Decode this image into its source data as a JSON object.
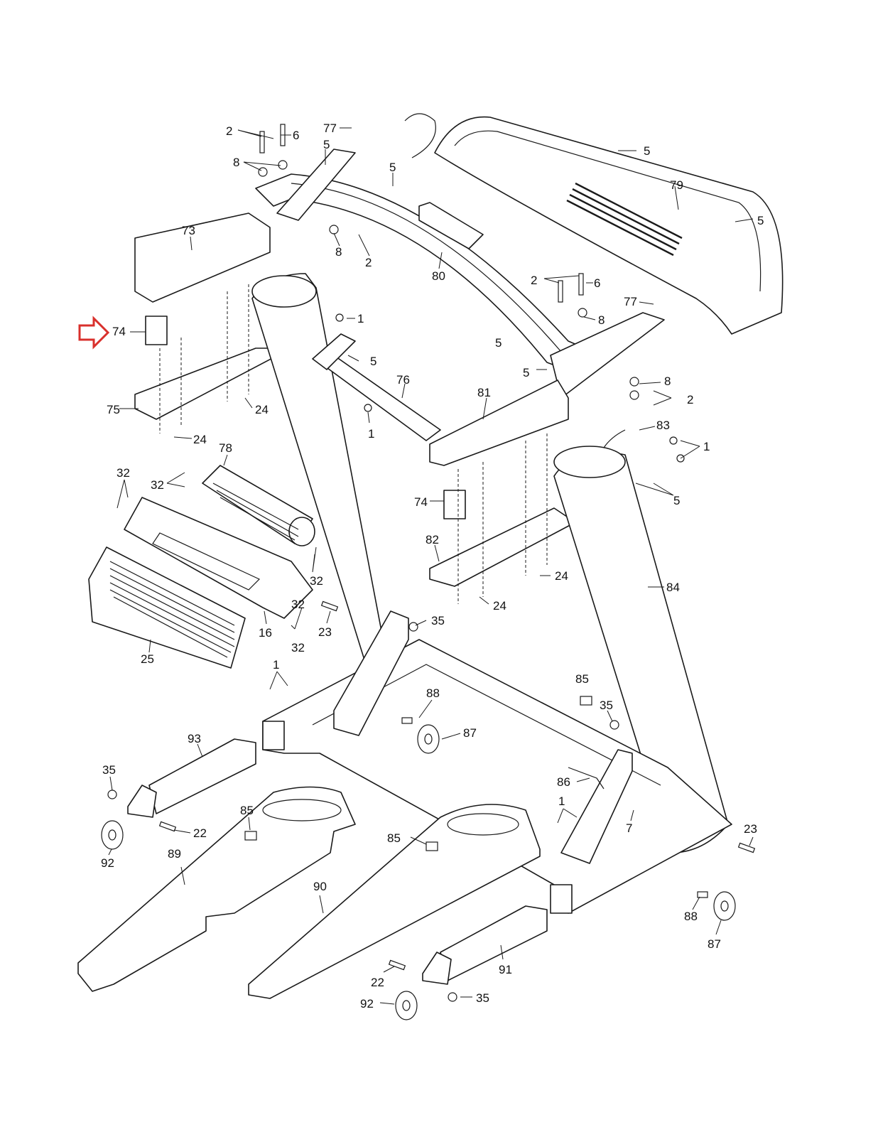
{
  "diagram": {
    "highlight_color": "#d9302c",
    "line_color": "#1a1a1a",
    "background": "#ffffff",
    "highlighted_part": "74",
    "callouts": [
      "2",
      "6",
      "77",
      "5",
      "8",
      "5",
      "5",
      "79",
      "5",
      "73",
      "8",
      "2",
      "80",
      "2",
      "6",
      "77",
      "1",
      "8",
      "74",
      "5",
      "5",
      "5",
      "8",
      "76",
      "2",
      "75",
      "24",
      "1",
      "81",
      "24",
      "83",
      "1",
      "78",
      "32",
      "32",
      "74",
      "5",
      "82",
      "24",
      "32",
      "84",
      "24",
      "35",
      "32",
      "23",
      "16",
      "32",
      "25",
      "1",
      "88",
      "85",
      "35",
      "87",
      "93",
      "35",
      "86",
      "1",
      "85",
      "22",
      "7",
      "23",
      "85",
      "92",
      "89",
      "90",
      "88",
      "87",
      "91",
      "22",
      "92",
      "35"
    ]
  }
}
